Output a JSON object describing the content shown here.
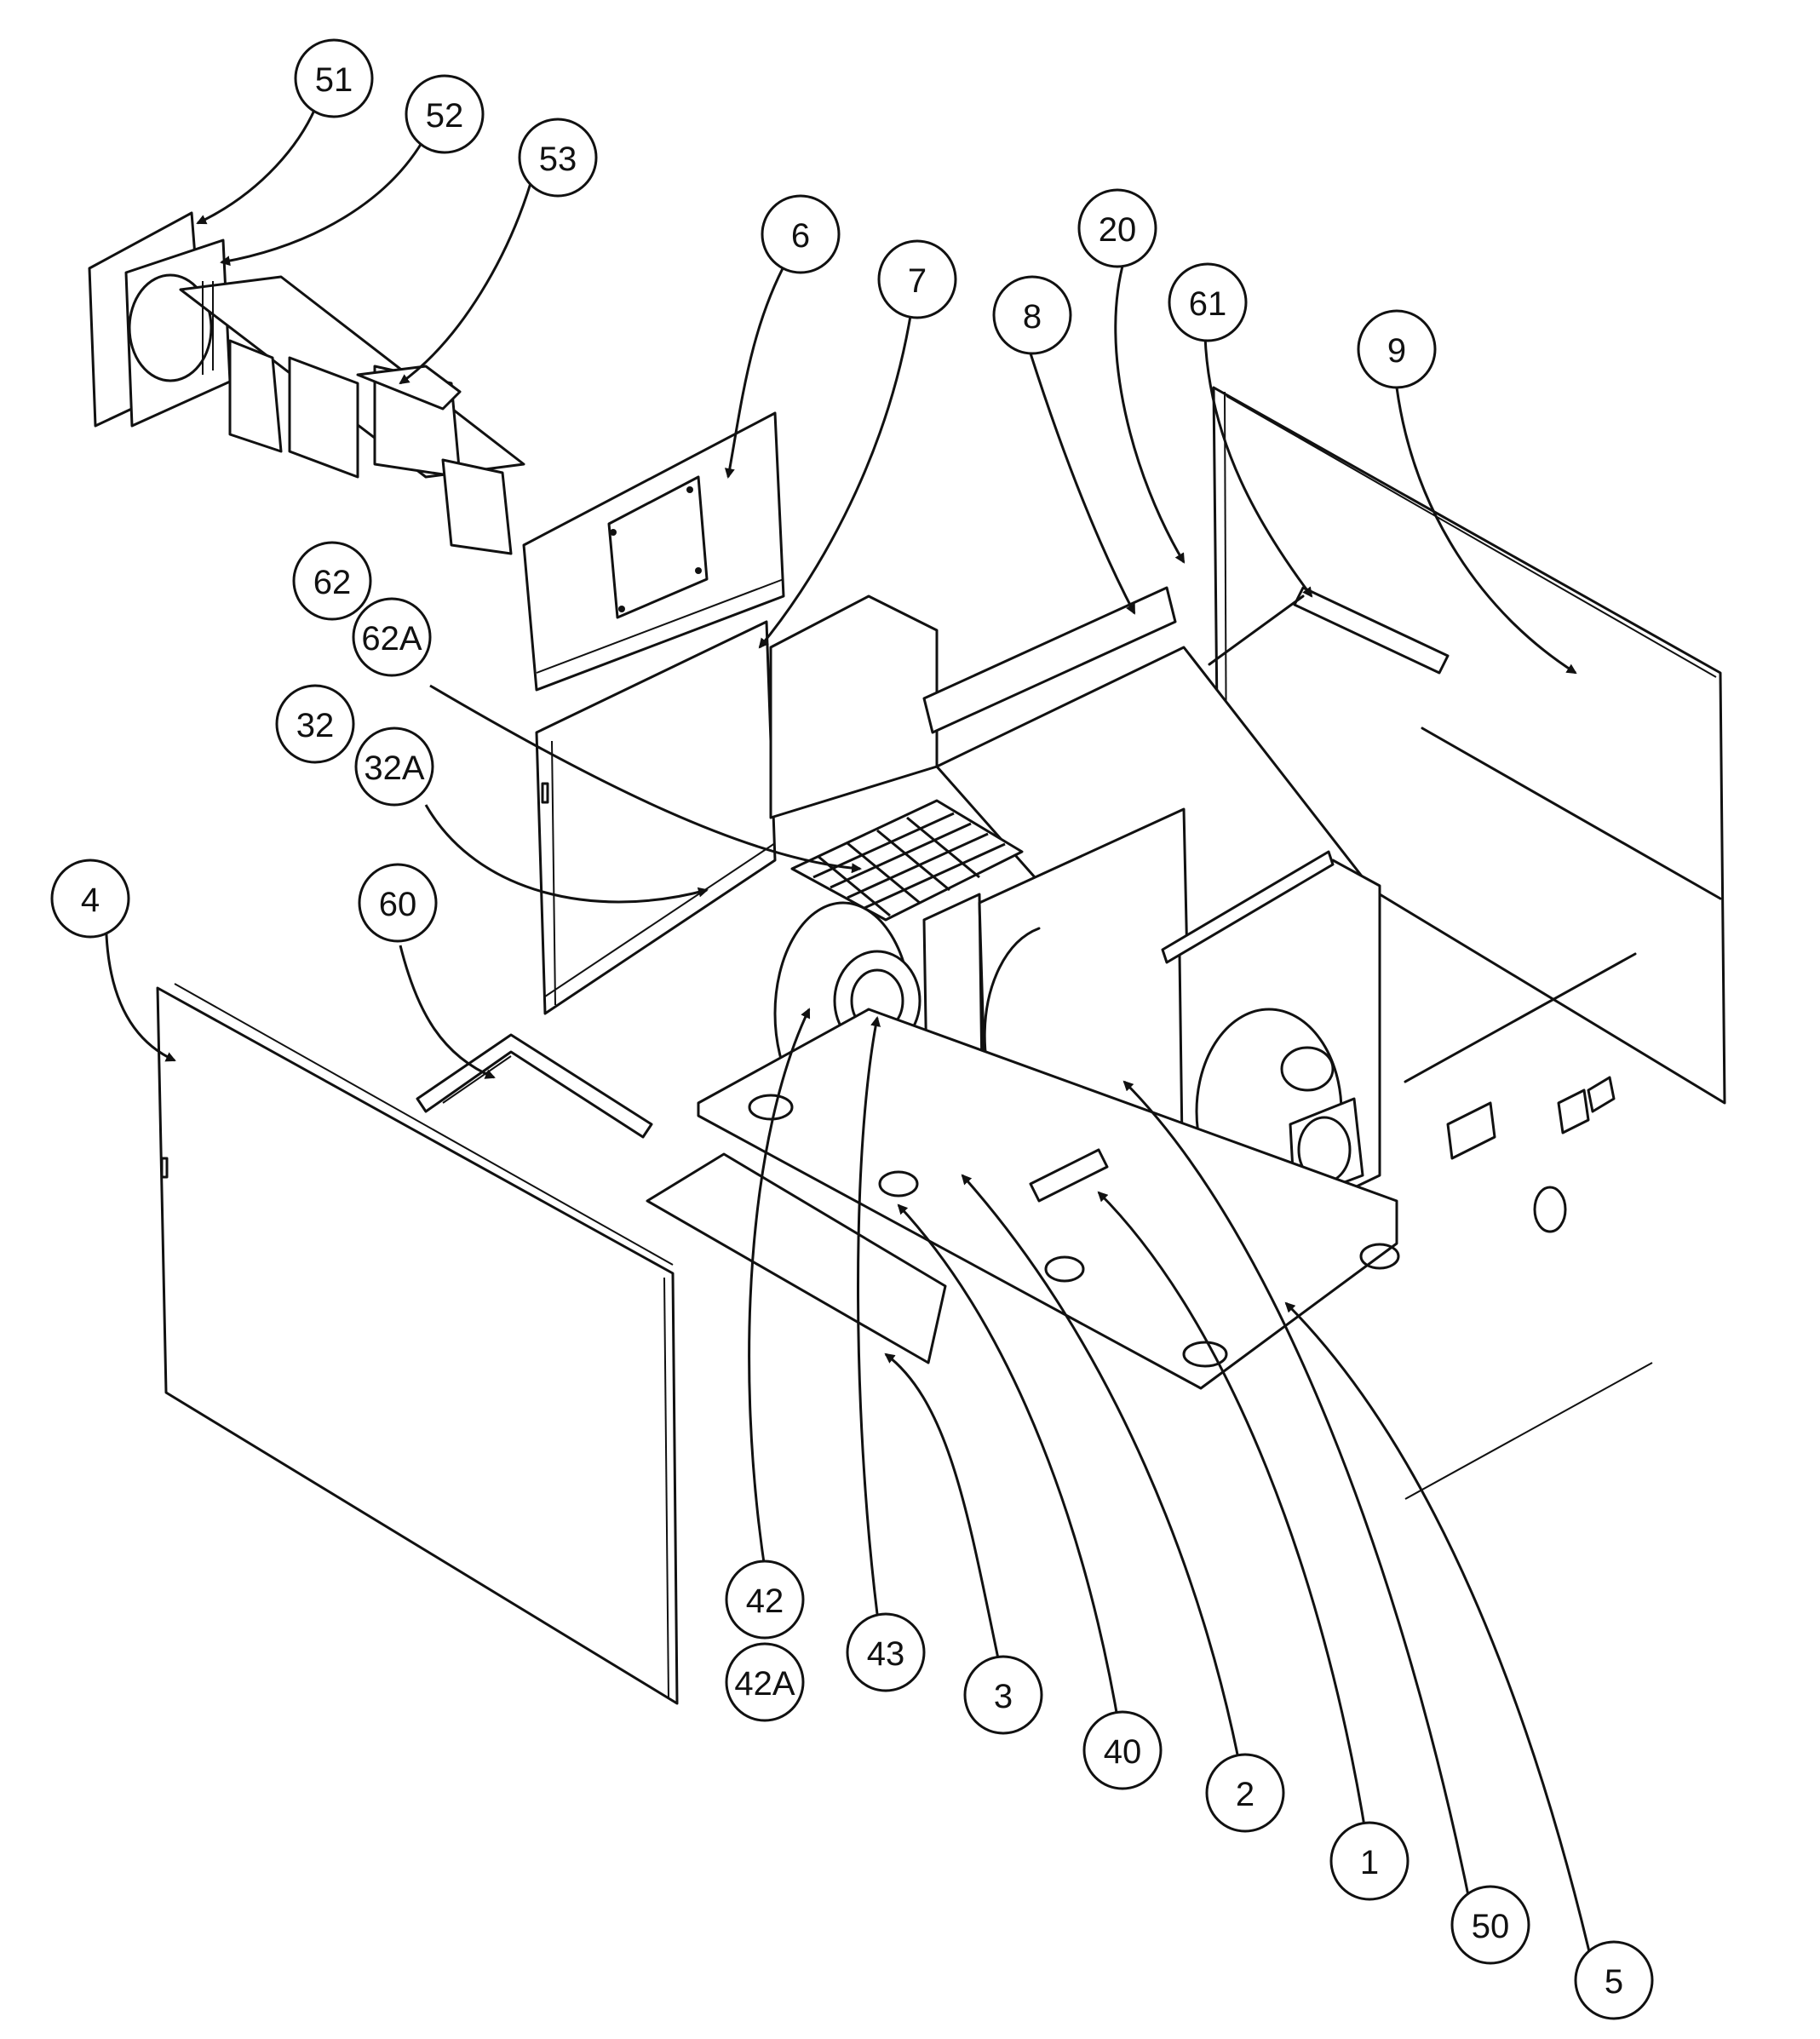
{
  "diagram": {
    "callouts": [
      {
        "id": "c51",
        "label": "51"
      },
      {
        "id": "c52",
        "label": "52"
      },
      {
        "id": "c53",
        "label": "53"
      },
      {
        "id": "c6",
        "label": "6"
      },
      {
        "id": "c7",
        "label": "7"
      },
      {
        "id": "c8",
        "label": "8"
      },
      {
        "id": "c20",
        "label": "20"
      },
      {
        "id": "c61",
        "label": "61"
      },
      {
        "id": "c9",
        "label": "9"
      },
      {
        "id": "c62",
        "label": "62"
      },
      {
        "id": "c62A",
        "label": "62A"
      },
      {
        "id": "c32",
        "label": "32"
      },
      {
        "id": "c32A",
        "label": "32A"
      },
      {
        "id": "c4",
        "label": "4"
      },
      {
        "id": "c60",
        "label": "60"
      },
      {
        "id": "c42",
        "label": "42"
      },
      {
        "id": "c42A",
        "label": "42A"
      },
      {
        "id": "c43",
        "label": "43"
      },
      {
        "id": "c3",
        "label": "3"
      },
      {
        "id": "c40",
        "label": "40"
      },
      {
        "id": "c2",
        "label": "2"
      },
      {
        "id": "c1",
        "label": "1"
      },
      {
        "id": "c50",
        "label": "50"
      },
      {
        "id": "c5",
        "label": "5"
      }
    ]
  }
}
